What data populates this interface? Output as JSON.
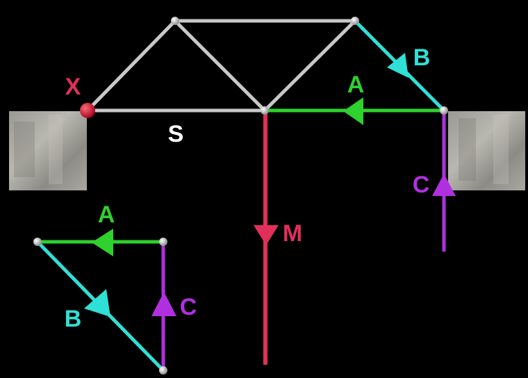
{
  "labels": {
    "pin": "X",
    "bottom_chord": "S",
    "force_a": "A",
    "force_b": "B",
    "force_c": "C",
    "load": "M",
    "triangle_a": "A",
    "triangle_b": "B",
    "triangle_c": "C"
  },
  "colors": {
    "member": "#c8c8c8",
    "force_a": "#2ed12e",
    "force_b": "#2fe0d6",
    "force_c": "#b030e0",
    "load": "#e0305a",
    "pin": "#c0102a",
    "label_s": "#ffffff"
  }
}
